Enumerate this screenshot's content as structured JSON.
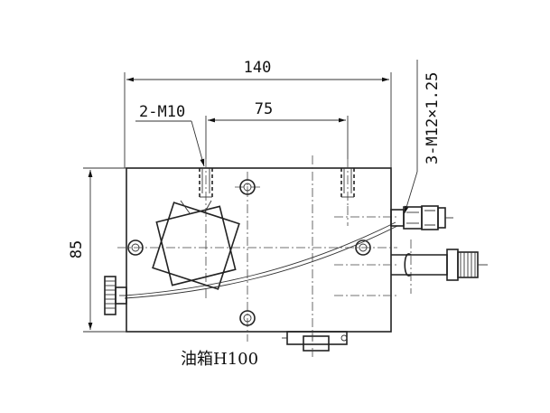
{
  "dimensions": {
    "overall_width": "140",
    "hole_spacing": "75",
    "height": "85"
  },
  "callouts": {
    "mount_holes": "2-M10",
    "side_ports": "3-M12×1.25"
  },
  "notes": {
    "tank_label": "油箱H100"
  }
}
